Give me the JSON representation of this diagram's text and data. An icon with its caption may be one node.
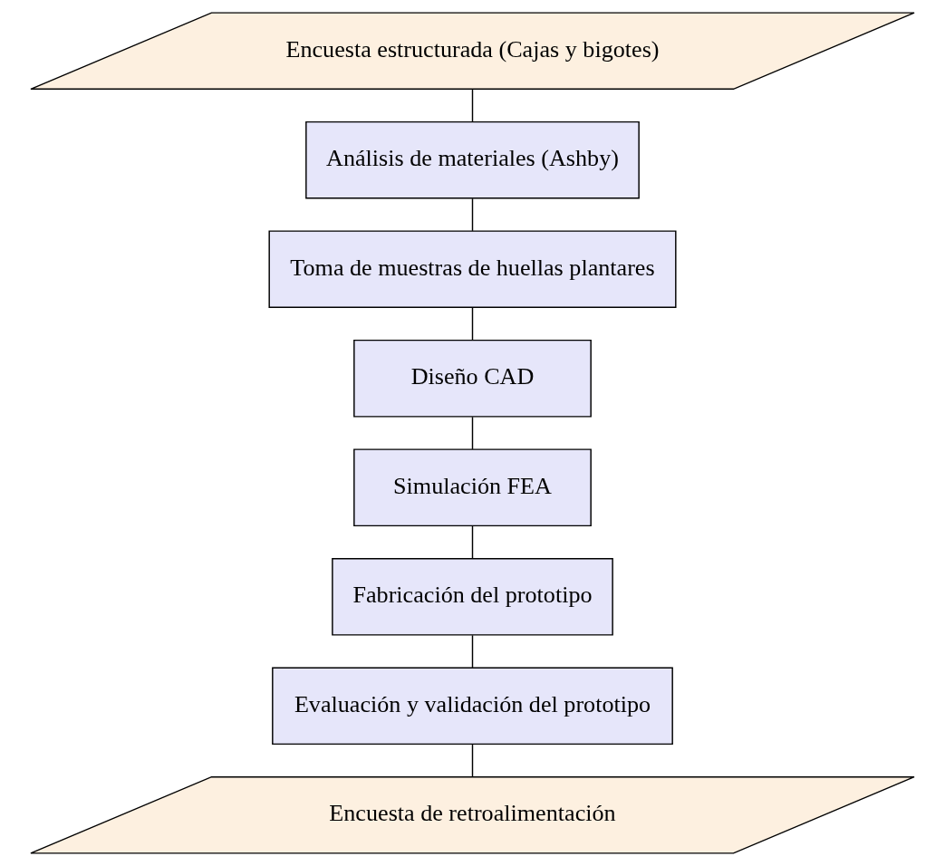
{
  "diagram": {
    "nodes": [
      {
        "text": [
          "Encuesta estructurada (Cajas y bigotes)"
        ]
      },
      {
        "text": [
          "Análisis de materiales (Ashby)"
        ]
      },
      {
        "text": [
          "Toma de muestras de huellas plantares"
        ]
      },
      {
        "text": [
          "Diseño CAD"
        ]
      },
      {
        "text": [
          "Simulación FEA"
        ]
      },
      {
        "text": [
          "Fabricación del prototipo"
        ]
      },
      {
        "text": [
          "Evaluación y validación del prototipo"
        ]
      },
      {
        "text": [
          "Encuesta de retroalimentación"
        ]
      }
    ],
    "edges": [
      {
        "from": 0,
        "to": 1,
        "arrow": "none"
      },
      {
        "from": 1,
        "to": 2,
        "arrow": "none"
      },
      {
        "from": 2,
        "to": 3,
        "arrow": "none"
      },
      {
        "from": 3,
        "to": 4,
        "arrow": "none"
      },
      {
        "from": 4,
        "to": 5,
        "arrow": "none"
      },
      {
        "from": 5,
        "to": 6,
        "arrow": "none"
      },
      {
        "from": 6,
        "to": 7,
        "arrow": "none"
      }
    ]
  }
}
